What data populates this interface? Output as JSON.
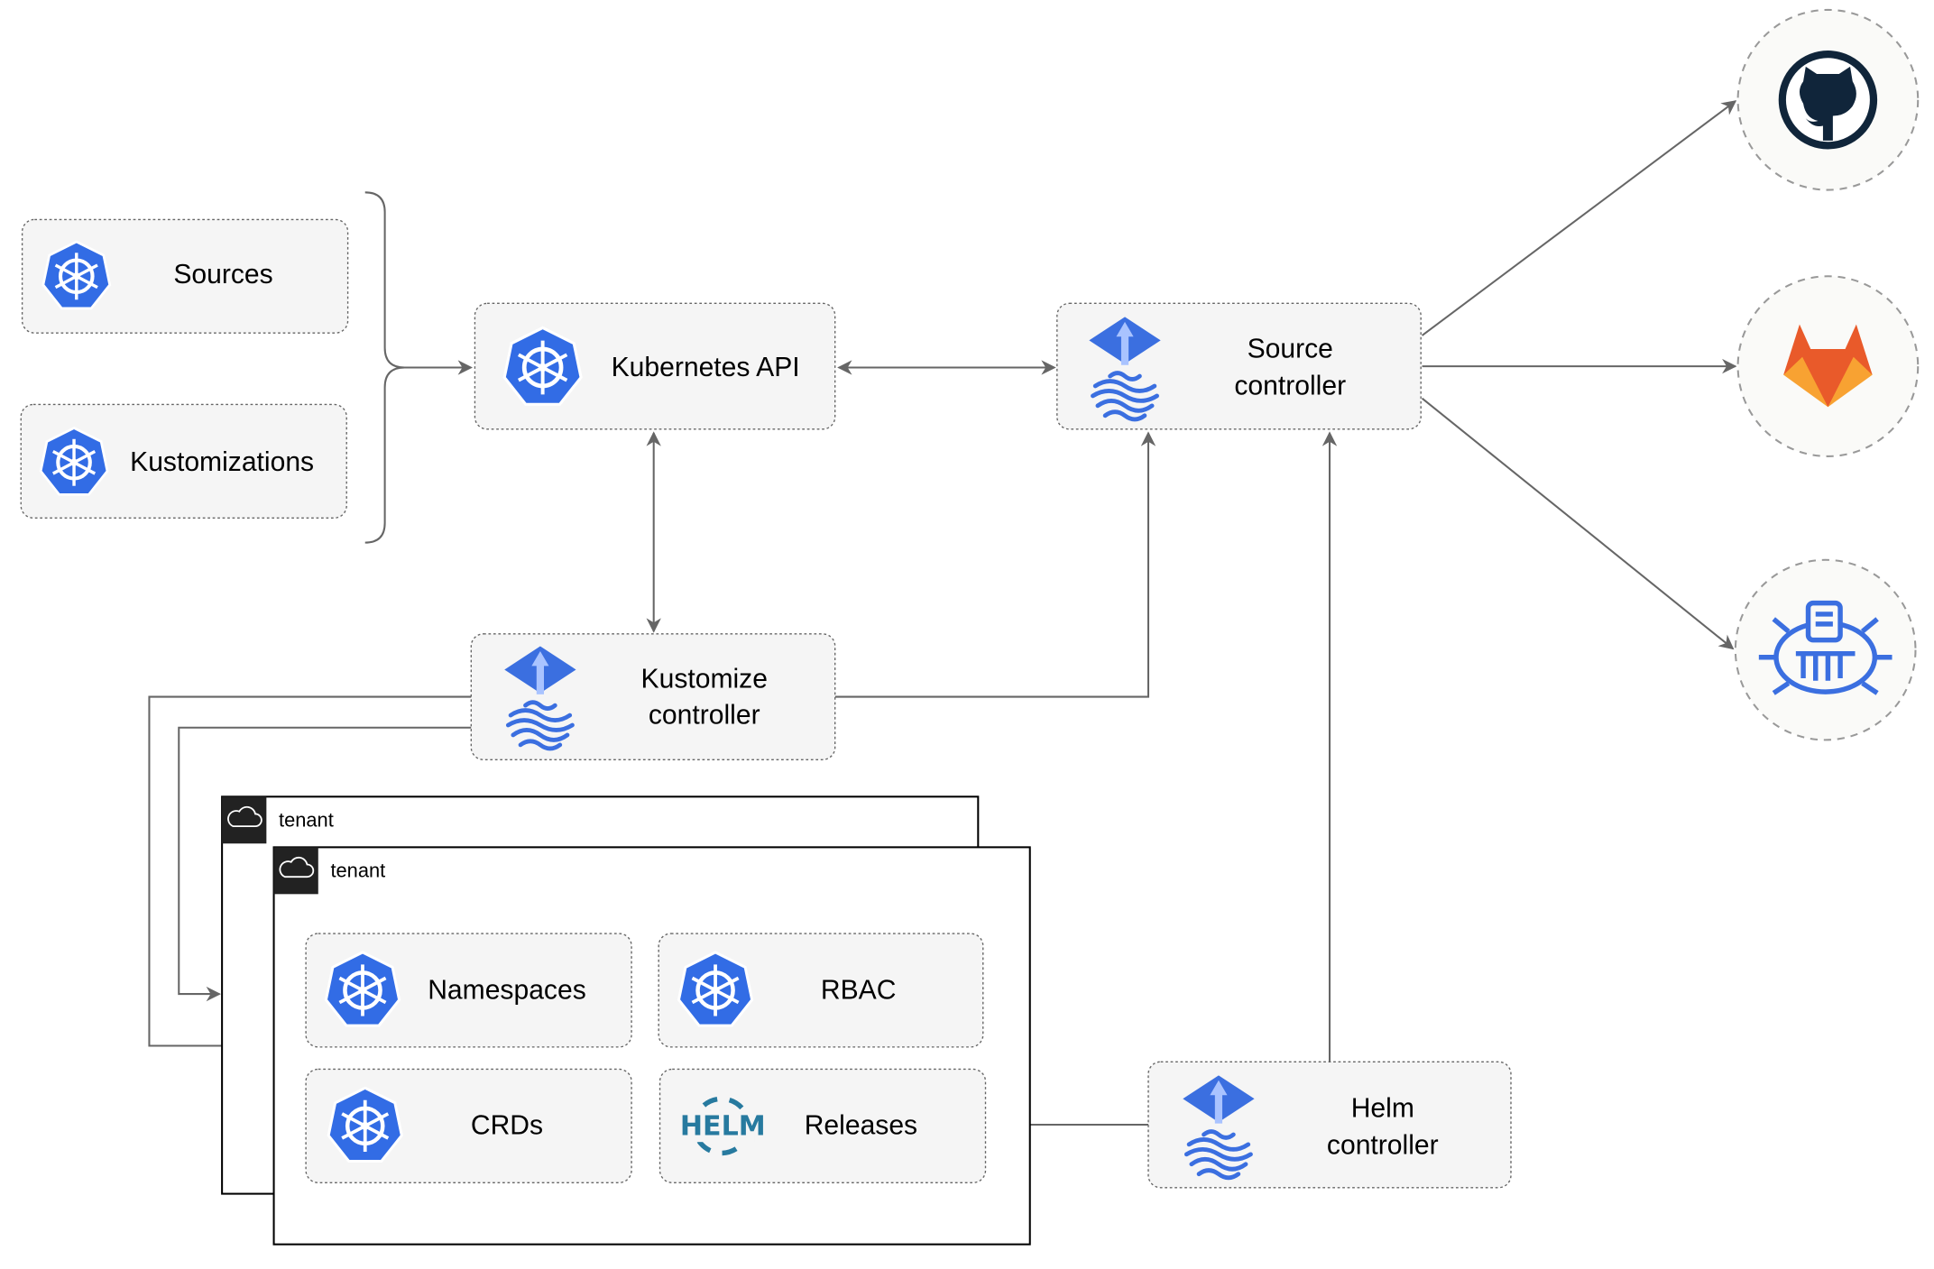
{
  "nodes": {
    "sources": "Sources",
    "kustomizations": "Kustomizations",
    "kubernetes_api": "Kubernetes API",
    "source_controller": [
      "Source",
      "controller"
    ],
    "kustomize_controller": [
      "Kustomize",
      "controller"
    ],
    "helm_controller": [
      "Helm",
      "controller"
    ],
    "namespaces": "Namespaces",
    "rbac": "RBAC",
    "crds": "CRDs",
    "releases": "Releases"
  },
  "tenants": [
    "tenant",
    "tenant"
  ],
  "helm_logo_text": "HELM",
  "external_sources": [
    "github-icon",
    "gitlab-icon",
    "bucket-icon"
  ],
  "colors": {
    "k8s_blue": "#326ce5",
    "flux_blue": "#3b6fe0",
    "github": "#10253a",
    "gitlab_red": "#e95a2a",
    "gitlab_orange": "#f8a232",
    "helm": "#277a9f"
  }
}
